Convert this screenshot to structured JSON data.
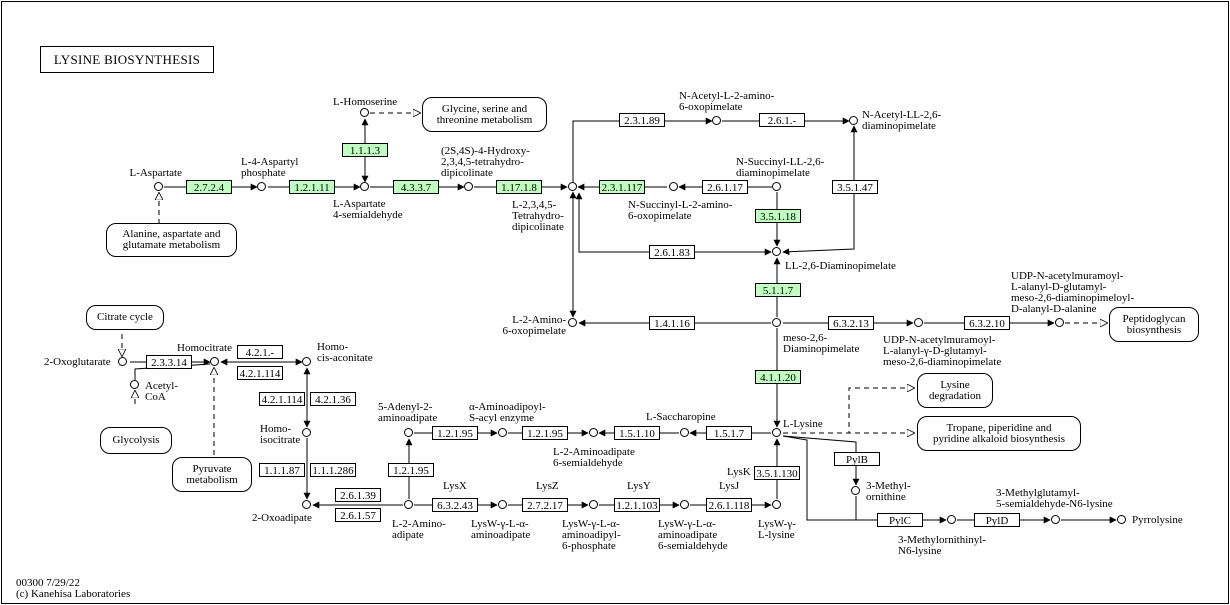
{
  "title": "LYSINE  BIOSYNTHESIS",
  "footer": "00300 7/29/22\n(c) Kanehisa Laboratories",
  "compounds": {
    "l_aspartate": "L-Aspartate",
    "l4_aspartyl_phosphate": "L-4-Aspartyl\nphosphate",
    "l_aspartate_semialdehyde": "L-Aspartate\n4-semialdehyde",
    "l_homoserine": "L-Homoserine",
    "hydroxy_thdp": "(2S,4S)-4-Hydroxy-\n2,3,4,5-tetrahydro-\ndipicolinate",
    "thdp": "L-2,3,4,5-\nTetrahydro-\ndipicolinate",
    "n_acetyl_amino_oxopimelate": "N-Acetyl-L-2-amino-\n6-oxopimelate",
    "n_acetyl_ll_dap": "N-Acetyl-LL-2,6-\ndiaminopimelate",
    "n_succinyl_ll_dap": "N-Succinyl-LL-2,6-\ndiaminopimelate",
    "n_succinyl_amino_oxopimelate": "N-Succinyl-L-2-amino-\n6-oxopimelate",
    "ll_dap": "LL-2,6-Diaminopimelate",
    "meso_dap": "meso-2,6-\nDiaminopimelate",
    "l2_amino_oxopimelate": "L-2-Amino-\n6-oxopimelate",
    "udp_tripeptide": "UDP-N-acetylmuramoyl-\nL-alanyl-γ-D-glutamyl-\nmeso-2,6-diaminopimelate",
    "udp_pentapeptide": "UDP-N-acetylmuramoyl-\nL-alanyl-D-glutamyl-\nmeso-2,6-diaminopimeloyl-\nD-alanyl-D-alanine",
    "l_lysine": "L-Lysine",
    "two_oxoglutarate": "2-Oxoglutarate",
    "homocitrate": "Homocitrate",
    "homo_cis_aconitate": "Homo-\ncis-aconitate",
    "homoisocitrate": "Homo-\nisocitrate",
    "two_oxoadipate": "2-Oxoadipate",
    "acetyl_coa": "Acetyl-\nCoA",
    "adenyl_aminoadipate": "5-Adenyl-2-\naminoadipate",
    "aminoadipoyl_enzyme": "α-Aminoadipoyl-\nS-acyl enzyme",
    "aminoadipate_semialdehyde": "L-2-Aminoadipate\n6-semialdehyde",
    "l_saccharopine": "L-Saccharopine",
    "l2_aminoadipate": "L-2-Amino-\nadipate",
    "lysw_aminoadipate": "LysW-γ-L-α-\naminoadipate",
    "lysw_aminoadipyl_phosphate": "LysW-γ-L-α-\naminoadipyl-\n6-phosphate",
    "lysw_aminoadipate_semialdehyde": "LysW-γ-L-α-\naminoadipate\n6-semialdehyde",
    "lysw_lysine": "LysW-γ-\nL-lysine",
    "methylornithine": "3-Methyl-\nornithine",
    "methylornithinyl_lysine": "3-Methylornithinyl-\nN6-lysine",
    "methylglutamyl_lysine": "3-Methylglutamyl-\n5-semialdehyde-N6-lysine",
    "pyrrolysine": "Pyrrolysine"
  },
  "maps": {
    "ala_asp_glu": "Alanine, aspartate and\nglutamate metabolism",
    "gly_ser_thr": "Glycine, serine and\nthreonine metabolism",
    "peptidoglycan": "Peptidoglycan\nbiosynthesis",
    "citrate_cycle": "Citrate cycle",
    "glycolysis": "Glycolysis",
    "pyruvate": "Pyruvate\nmetabolism",
    "lysine_degradation": "Lysine\ndegradation",
    "tropane": "Tropane, piperidine and\npyridine alkaloid biosynthesis"
  },
  "enzymes": {
    "e_2724": "2.7.2.4",
    "e_12111": "1.2.1.11",
    "e_1113": "1.1.1.3",
    "e_4337": "4.3.3.7",
    "e_11718": "1.17.1.8",
    "e_23189": "2.3.1.89",
    "e_261dash": "2.6.1.-",
    "e_231117": "2.3.1.117",
    "e_26117": "2.6.1.17",
    "e_35118": "3.5.1.18",
    "e_35147": "3.5.1.47",
    "e_26183": "2.6.1.83",
    "e_5117": "5.1.1.7",
    "e_14116": "1.4.1.16",
    "e_63213": "6.3.2.13",
    "e_63210": "6.3.2.10",
    "e_41120": "4.1.1.20",
    "e_23314": "2.3.3.14",
    "e_421dash": "4.2.1.-",
    "e_421114a": "4.2.1.114",
    "e_421114b": "4.2.1.114",
    "e_42136": "4.2.1.36",
    "e_11187": "1.1.1.87",
    "e_111286": "1.1.1.286",
    "e_26139": "2.6.1.39",
    "e_26157": "2.6.1.57",
    "e_12195a": "1.2.1.95",
    "e_12195b": "1.2.1.95",
    "e_12195c": "1.2.1.95",
    "e_15110": "1.5.1.10",
    "e_1517": "1.5.1.7",
    "e_63243": "6.3.2.43",
    "e_27217": "2.7.2.17",
    "e_121103": "1.2.1.103",
    "e_261118": "2.6.1.118",
    "e_351130": "3.5.1.130",
    "pylb": "PylB",
    "pylc": "PylC",
    "pyld": "PylD"
  },
  "genes": {
    "lysx": "LysX",
    "lysz": "LysZ",
    "lysy": "LysY",
    "lysj": "LysJ",
    "lysk": "LysK"
  }
}
